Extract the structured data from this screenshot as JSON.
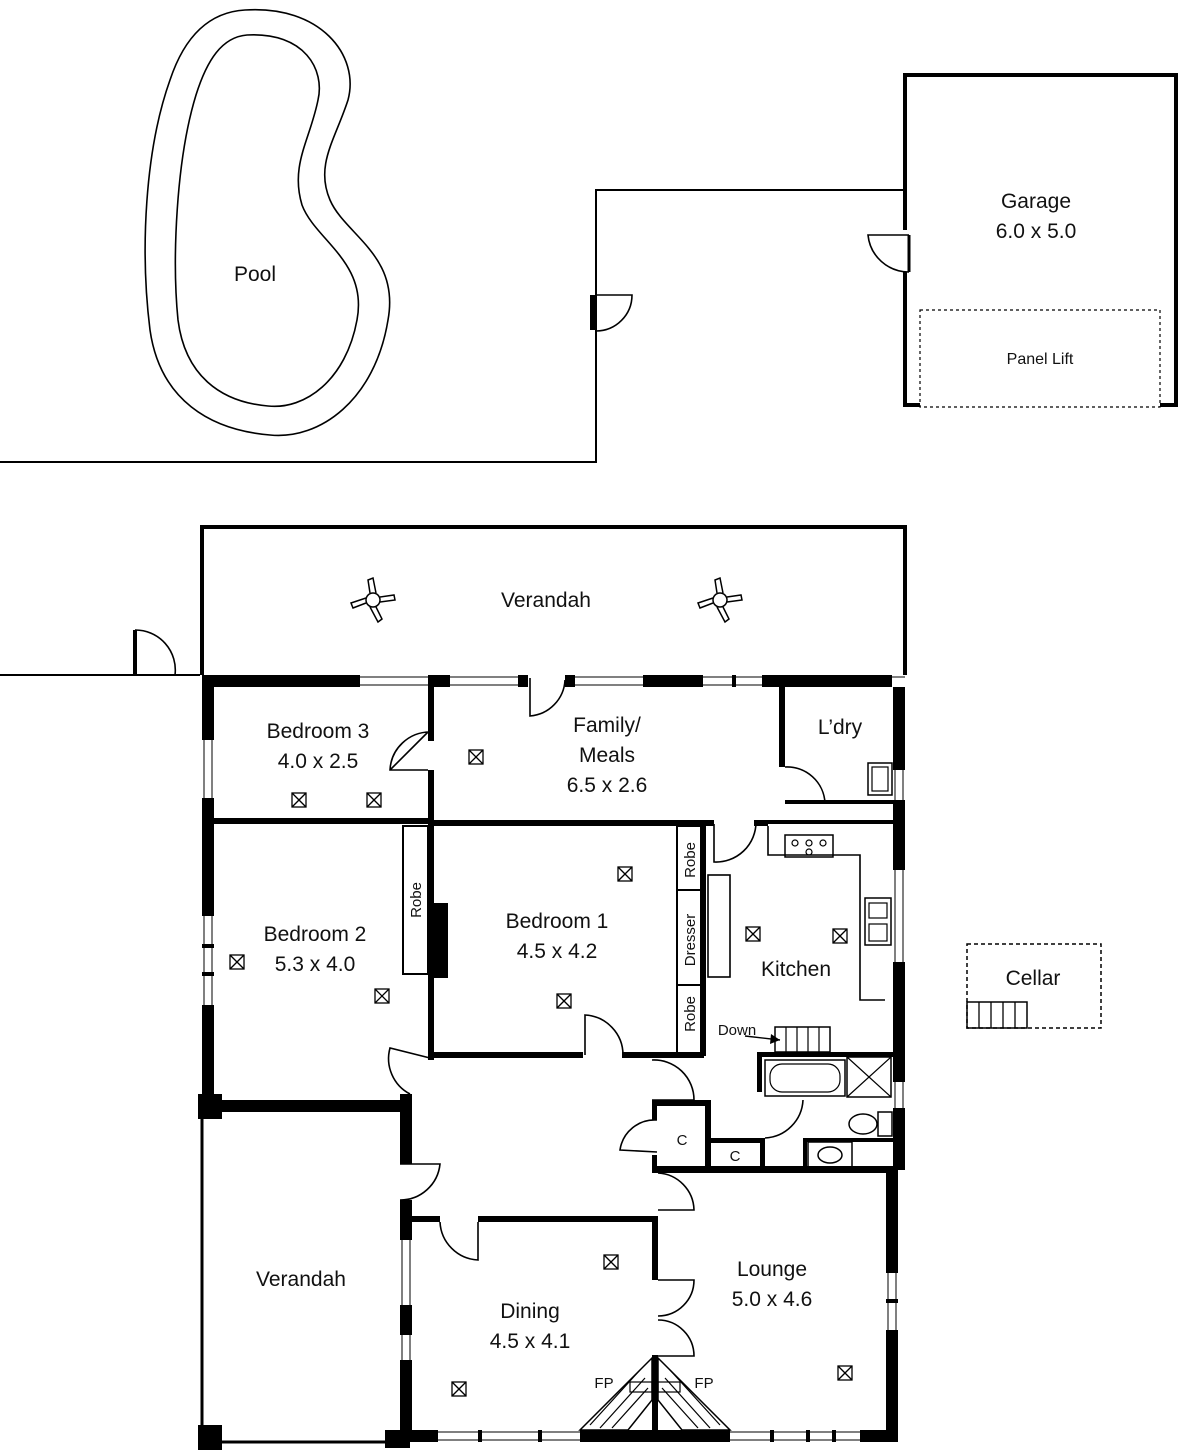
{
  "rooms": {
    "pool": {
      "name": "Pool"
    },
    "garage": {
      "name": "Garage",
      "size": "6.0 x 5.0",
      "door": "Panel Lift"
    },
    "verandah_top": {
      "name": "Verandah"
    },
    "bedroom3": {
      "name": "Bedroom 3",
      "size": "4.0 x 2.5"
    },
    "family": {
      "name_line1": "Family/",
      "name_line2": "Meals",
      "size": "6.5 x 2.6"
    },
    "laundry": {
      "name": "L’dry"
    },
    "bedroom2": {
      "name": "Bedroom 2",
      "size": "5.3 x 4.0"
    },
    "bedroom1": {
      "name": "Bedroom 1",
      "size": "4.5 x 4.2"
    },
    "kitchen": {
      "name": "Kitchen"
    },
    "cellar": {
      "name": "Cellar"
    },
    "verandah_side": {
      "name": "Verandah"
    },
    "dining": {
      "name": "Dining",
      "size": "4.5 x 4.1"
    },
    "lounge": {
      "name": "Lounge",
      "size": "5.0 x 4.6"
    }
  },
  "fixtures": {
    "robe": "Robe",
    "dresser": "Dresser",
    "down": "Down",
    "cupboard": "C",
    "fireplace": "FP"
  },
  "colors": {
    "ink": "#000000",
    "paper": "#ffffff"
  }
}
